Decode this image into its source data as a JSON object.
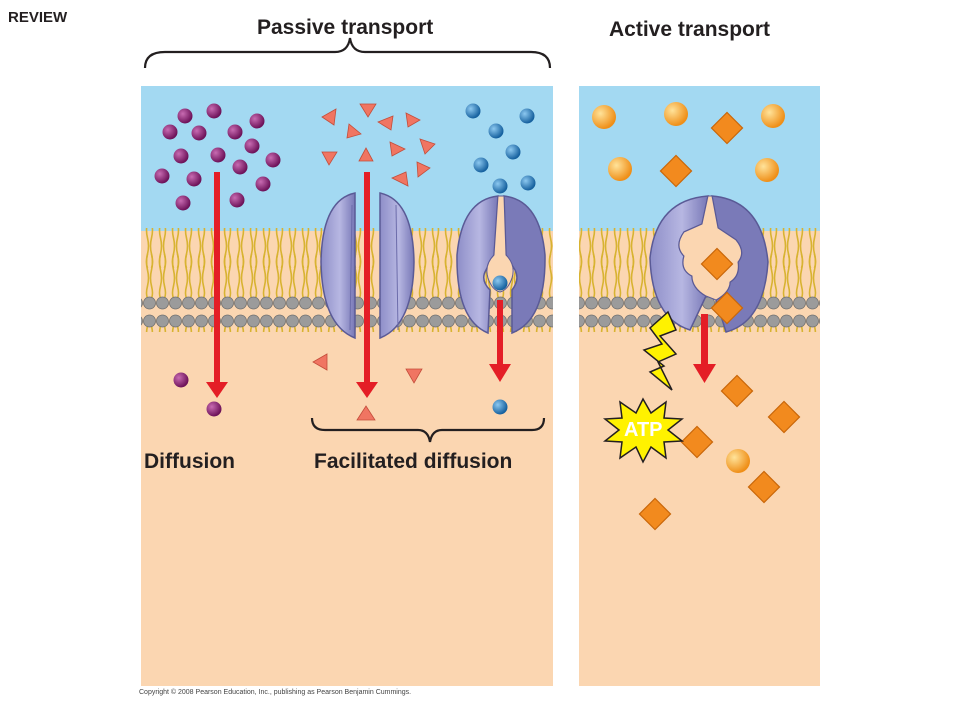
{
  "header": {
    "review": "REVIEW",
    "passive_title": "Passive transport",
    "active_title": "Active transport"
  },
  "labels": {
    "diffusion": "Diffusion",
    "facilitated": "Facilitated diffusion",
    "atp": "ATP"
  },
  "footer": {
    "copyright": "Copyright © 2008 Pearson Education, Inc., publishing as Pearson Benjamin Cummings."
  },
  "colors": {
    "extracellular": "#a3d9f2",
    "cytoplasm": "#fbd6b1",
    "lipid_head": "#9a9a9a",
    "lipid_tail": "#e8c64a",
    "protein": "#a7a7d6",
    "protein_dark": "#6c6caa",
    "arrow": "#e41e26",
    "solute_purple": "#8b1e73",
    "solute_triangle": "#f07562",
    "solute_blue": "#1f7fc6",
    "solute_orange_sphere": "#f8a938",
    "solute_orange_square": "#f28a1e",
    "atp_burst": "#fff200"
  },
  "icons": [
    "membrane-lipid-bilayer",
    "channel-protein",
    "carrier-protein",
    "pump-protein",
    "atp-energy-burst",
    "lightning-icon"
  ]
}
